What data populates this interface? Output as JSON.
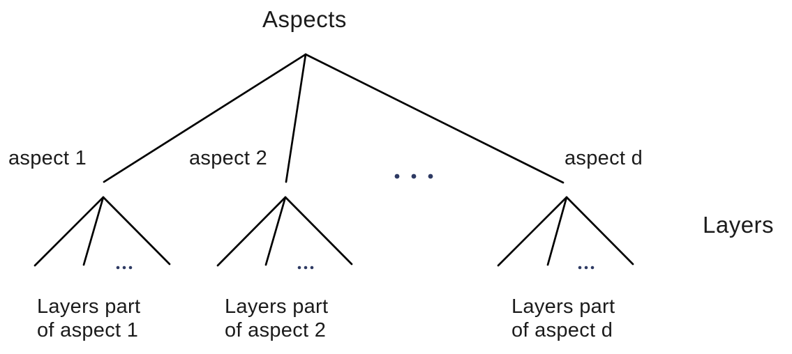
{
  "title": "Aspects",
  "layers_title": "Layers",
  "aspects": [
    {
      "label": "aspect 1",
      "layers_label": "Layers part\nof aspect 1",
      "ellipsis": "..."
    },
    {
      "label": "aspect 2",
      "layers_label": "Layers part\nof aspect 2",
      "ellipsis": "..."
    },
    {
      "label": "aspect d",
      "layers_label": "Layers part\nof aspect d",
      "ellipsis": "..."
    }
  ],
  "top_ellipsis": ". . .",
  "colors": {
    "line": "#000000",
    "text": "#1b1b1b",
    "ellipsis_dots": "#2e3a63",
    "background": "#ffffff"
  }
}
